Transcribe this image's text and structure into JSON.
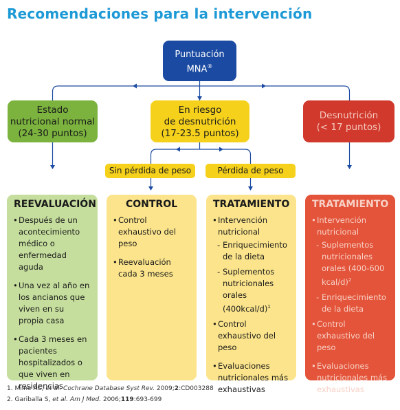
{
  "title": "Recomendaciones para la intervención",
  "mna": {
    "line1": "Puntuación",
    "line2": "MNA",
    "mark": "®"
  },
  "categories": [
    {
      "line1": "Estado",
      "line2": "nutricional normal",
      "line3": "(24-30 puntos)",
      "color": "#7bb33e"
    },
    {
      "line1": "En riesgo",
      "line2": "de desnutrición",
      "line3": "(17-23.5 puntos)",
      "color": "#f6d11c"
    },
    {
      "line1": "Desnutrición",
      "line2": "(< 17 puntos)",
      "color": "#d0392c"
    }
  ],
  "subcategories": [
    "Sin pérdida de peso",
    "Pérdida de peso"
  ],
  "panels": [
    {
      "title": "REEVALUACIÓN",
      "items": [
        "Después de un acontecimiento médico o enfermedad aguda",
        "Una vez al año en los ancianos que viven en su propia casa",
        "Cada 3 meses en pacientes hospitalizados o que viven en residencias"
      ]
    },
    {
      "title": "CONTROL",
      "items": [
        "Control exhaustivo del peso",
        "Reevaluación cada 3 meses"
      ]
    },
    {
      "title": "TRATAMIENTO",
      "intro": "Intervención nutricional",
      "subitems": [
        "Enriquecimiento de la dieta",
        "Suplementos nutricionales orales (400kcal/d)"
      ],
      "sub_ref": "1",
      "items": [
        "Control exhaustivo del peso",
        "Evaluaciones nutricionales más exhaustivas"
      ]
    },
    {
      "title": "TRATAMIENTO",
      "intro": "Intervención nutricional",
      "subitems": [
        "Suplementos nutricionales orales (400-600 kcal/d)",
        "Enriquecimiento de la dieta"
      ],
      "sub_ref": "2",
      "items": [
        "Control exhaustivo del peso",
        "Evaluaciones nutricionales más exhaustivas"
      ]
    }
  ],
  "references": [
    {
      "num": "1.",
      "authors": "Milne AC,",
      "etal": "et al.",
      "journal": "Cochrane Database Syst Rev.",
      "pre": "2009;",
      "vol": "2",
      "post": ":CD003288"
    },
    {
      "num": "2.",
      "authors": "Gariballa S,",
      "etal": "et al.",
      "journal": "Am J Med.",
      "pre": "2006;",
      "vol": "119",
      "post": ":693-699"
    }
  ],
  "colors": {
    "title": "#1d9ad6",
    "connector": "#1a4aa1",
    "normal": "#7bb33e",
    "risk": "#f6d11c",
    "malnutrition": "#d0392c"
  }
}
